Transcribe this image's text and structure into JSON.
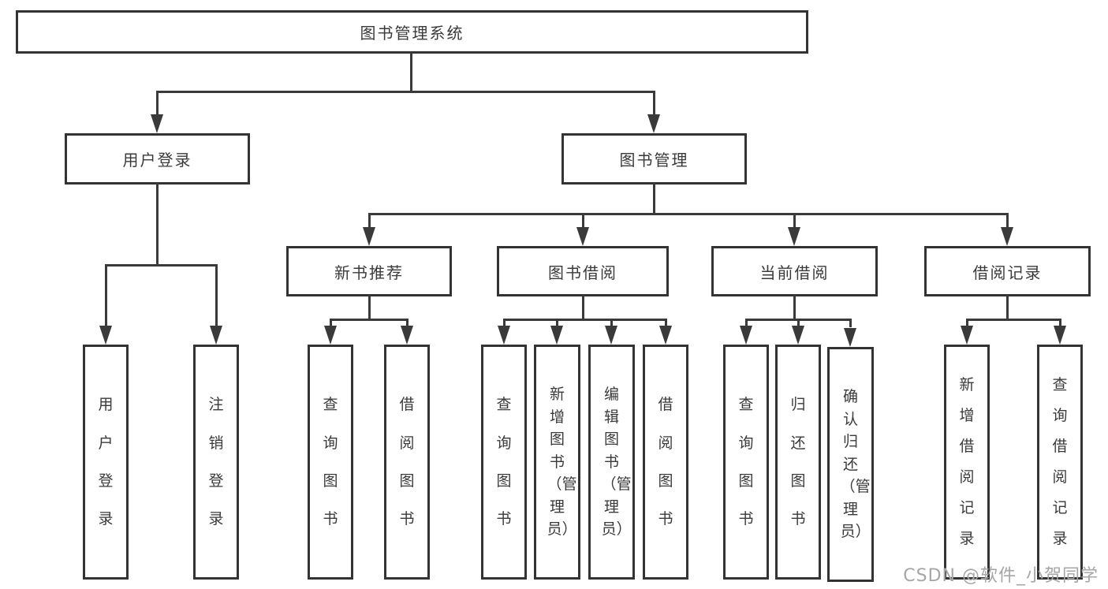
{
  "diagram": {
    "type": "hierarchy-tree",
    "watermark": "CSDN @软件_小贺同学",
    "colors": {
      "background": "#ffffff",
      "box_border": "#333333",
      "line": "#3a3a3a",
      "text": "#3a3a3a",
      "watermark": "#a6a6a6"
    }
  },
  "tree": {
    "root": {
      "label": "图书管理系统",
      "children": [
        {
          "label": "用户登录",
          "children": [
            {
              "label": "用户登录"
            },
            {
              "label": "注销登录"
            }
          ]
        },
        {
          "label": "图书管理",
          "children": [
            {
              "label": "新书推荐",
              "children": [
                {
                  "label": "查询图书"
                },
                {
                  "label": "借阅图书"
                }
              ]
            },
            {
              "label": "图书借阅",
              "children": [
                {
                  "label": "查询图书"
                },
                {
                  "label": "新增图书（管理员）"
                },
                {
                  "label": "编辑图书（管理员）"
                },
                {
                  "label": "借阅图书"
                }
              ]
            },
            {
              "label": "当前借阅",
              "children": [
                {
                  "label": "查询图书"
                },
                {
                  "label": "归还图书"
                },
                {
                  "label": "确认归还（管理员）"
                }
              ]
            },
            {
              "label": "借阅记录",
              "children": [
                {
                  "label": "新增借阅记录"
                },
                {
                  "label": "查询借阅记录"
                }
              ]
            }
          ]
        }
      ]
    }
  }
}
